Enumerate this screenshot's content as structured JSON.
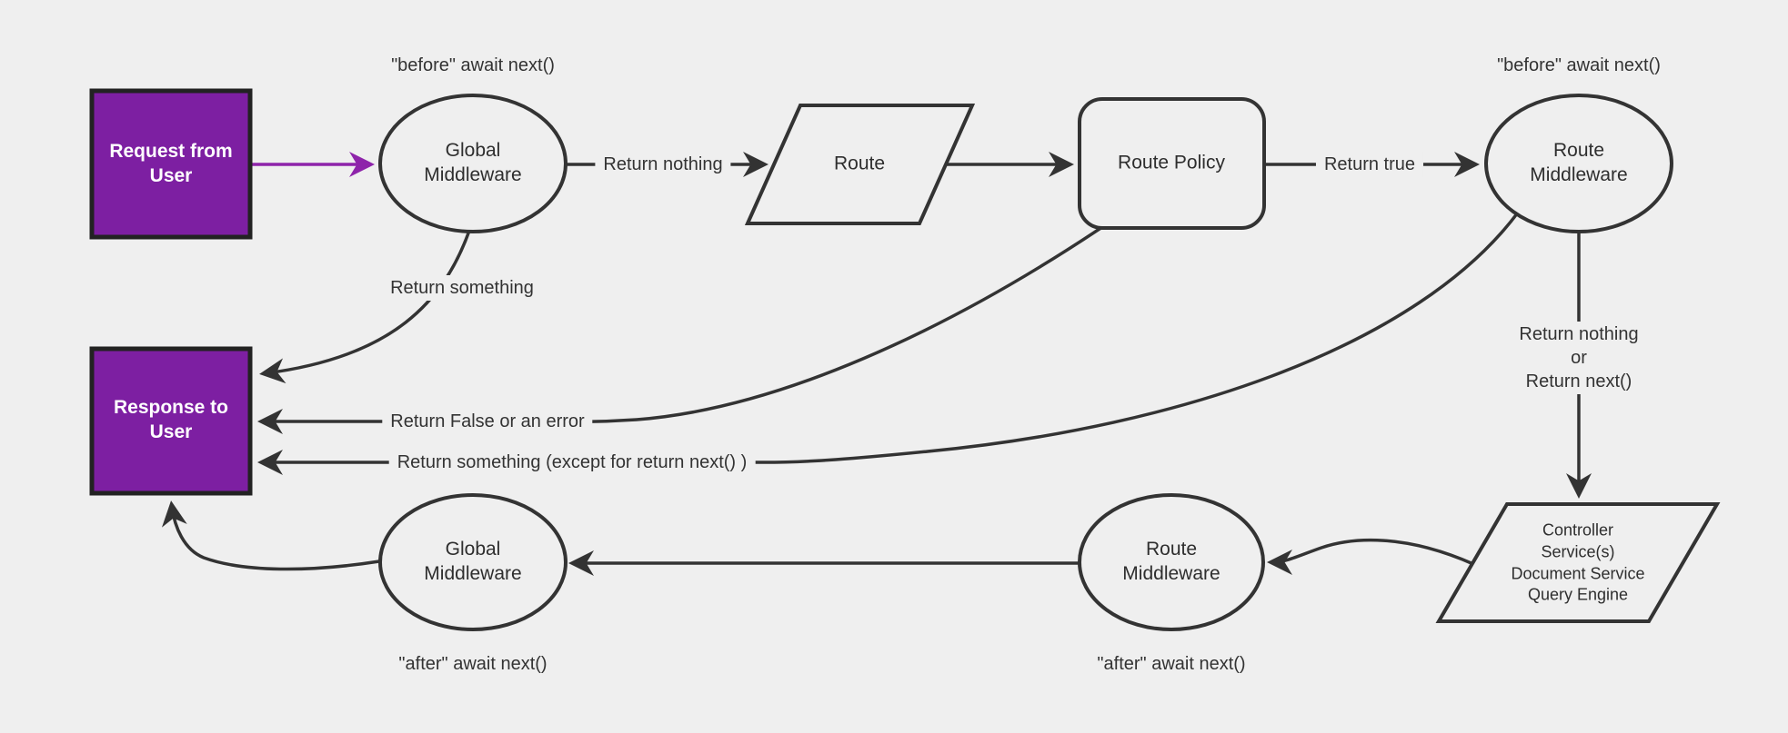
{
  "colors": {
    "background": "#efefef",
    "line": "#333333",
    "node_fill": "#efefef",
    "accent_fill": "#7d1fa2",
    "accent_border": "#222222",
    "accent_arrow": "#8e24aa",
    "text": "#333333",
    "text_on_accent": "#ffffff"
  },
  "nodes": {
    "request": "Request from\nUser",
    "global_middleware_top": "Global\nMiddleware",
    "route": "Route",
    "route_policy": "Route Policy",
    "route_middleware_top": "Route\nMiddleware",
    "response": "Response to\nUser",
    "controller": "Controller\nService(s)\nDocument Service\nQuery Engine",
    "route_middleware_bottom": "Route\nMiddleware",
    "global_middleware_bottom": "Global\nMiddleware"
  },
  "labels": {
    "before_await_top_left": "\"before\" await next()",
    "before_await_top_right": "\"before\" await next()",
    "return_nothing": "Return nothing",
    "return_true": "Return true",
    "return_something": "Return something",
    "return_false": "Return False or an error",
    "return_something_except": "Return something (except for return next() )",
    "return_nothing_or_next": "Return nothing\nor\nReturn next()",
    "after_await_bottom_left": "\"after\" await next()",
    "after_await_bottom_right": "\"after\" await next()"
  }
}
